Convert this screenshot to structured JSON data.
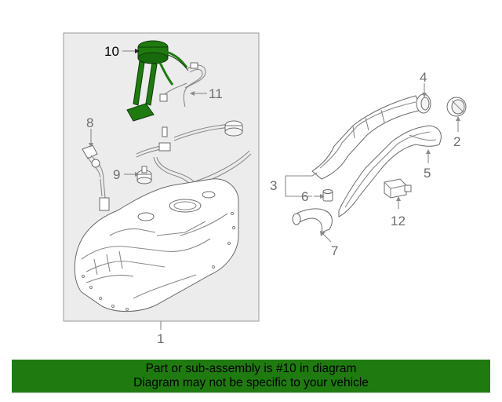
{
  "callouts": {
    "c1": "1",
    "c2": "2",
    "c3": "3",
    "c4": "4",
    "c5": "5",
    "c6": "6",
    "c7": "7",
    "c8": "8",
    "c9": "9",
    "c10": "10",
    "c11": "11",
    "c12": "12"
  },
  "highlight_part": "10",
  "colors": {
    "highlight": "#1f7a10",
    "banner_bg": "#1f7a10",
    "inset_bg": "#ececec",
    "line": "#8a8a8a"
  },
  "banner": {
    "line1": "Part or sub-assembly is #10 in diagram",
    "line2": "Diagram may not be specific to your vehicle"
  }
}
